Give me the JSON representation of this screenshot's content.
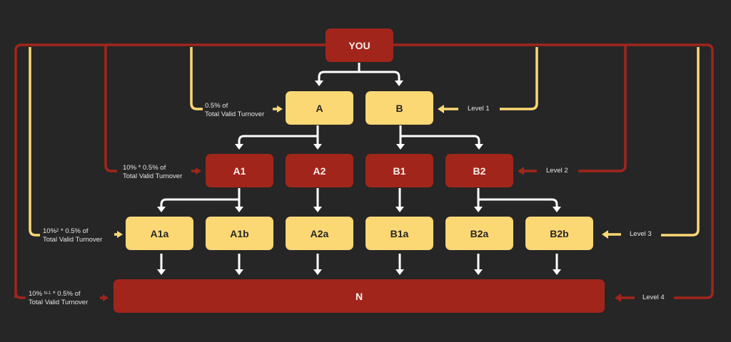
{
  "colors": {
    "background": "#262626",
    "red": "#a2251b",
    "yellow": "#fcd875",
    "white": "#ffffff",
    "text": "#e8e6e3"
  },
  "nodes": {
    "you": "YOU",
    "a": "A",
    "b": "B",
    "a1": "A1",
    "a2": "A2",
    "b1": "B1",
    "b2": "B2",
    "a1a": "A1a",
    "a1b": "A1b",
    "a2a": "A2a",
    "b1a": "B1a",
    "b2a": "B2a",
    "b2b": "B2b",
    "n": "N"
  },
  "commissions": {
    "level1": {
      "line1": "0.5% of",
      "line2": "Total Valid Turnover"
    },
    "level2": {
      "line1": "10% * 0.5% of",
      "line2": "Total Valid Turnover"
    },
    "level3": {
      "prefix": "10%",
      "sup": "2",
      "suffix": " * 0.5% of",
      "line2": "Total Valid Turnover"
    },
    "level4": {
      "prefix": "10% ",
      "sup": "N-1",
      "suffix": " * 0.5% of",
      "line2": "Total Valid Turnover"
    }
  },
  "levels": {
    "l1": "Level 1",
    "l2": "Level 2",
    "l3": "Level 3",
    "l4": "Level 4"
  }
}
